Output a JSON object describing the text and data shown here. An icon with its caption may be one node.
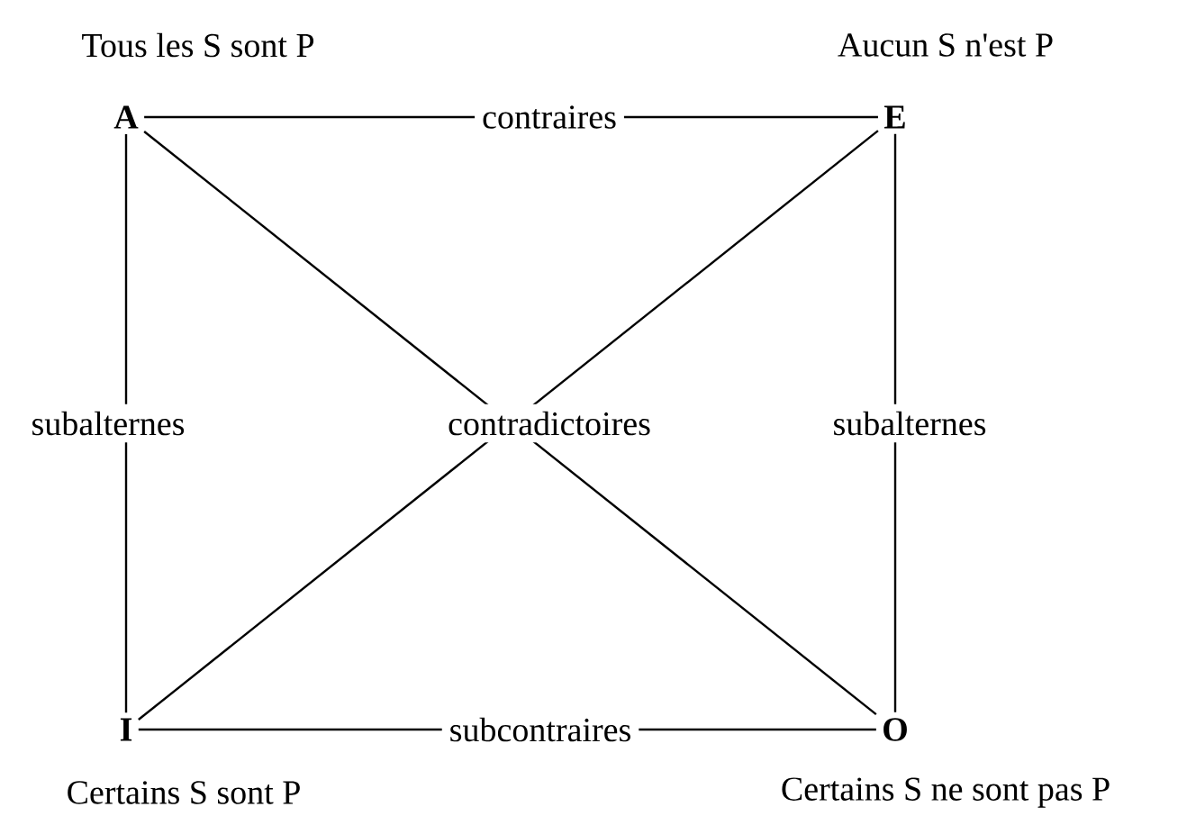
{
  "diagram": {
    "nodes": [
      {
        "text": [
          "A"
        ],
        "beside": [
          "Tous les S sont P"
        ]
      },
      {
        "text": [
          "E"
        ],
        "beside": [
          "Aucun S n'est P"
        ]
      },
      {
        "text": [
          "I"
        ],
        "beside": [
          "Certains S sont P"
        ]
      },
      {
        "text": [
          "O"
        ],
        "beside": [
          "Certains S ne sont pas P"
        ]
      }
    ],
    "edges": [
      {
        "from": 0,
        "to": 1,
        "arrow": "none",
        "label": "contraires"
      },
      {
        "from": 0,
        "to": 2,
        "arrow": "none",
        "label": "subalternes"
      },
      {
        "from": 1,
        "to": 3,
        "arrow": "none",
        "label": "subalternes"
      },
      {
        "from": 0,
        "to": 3,
        "arrow": "none",
        "label": "contradictoires"
      },
      {
        "from": 1,
        "to": 2,
        "arrow": "none"
      },
      {
        "from": 2,
        "to": 3,
        "arrow": "none",
        "label": "subcontraires"
      }
    ]
  }
}
